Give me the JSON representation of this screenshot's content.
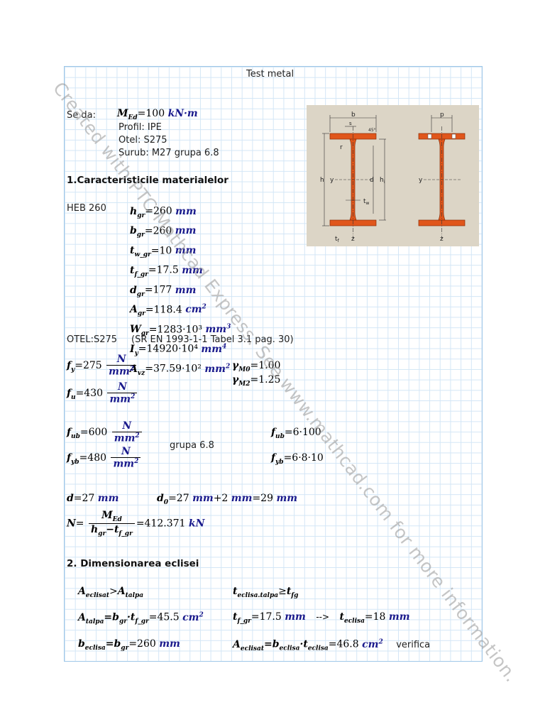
{
  "title": "Test metal",
  "se_da": {
    "label": "Se da:",
    "med": "=100",
    "med_unit": "kN·m",
    "profil": "Profil: IPE",
    "otel": "Otel: S275",
    "surub": "Surub: M27 grupa 6.8"
  },
  "section1": {
    "heading": "1.Caracteristicile materialelor",
    "profile_name": "HEB 260",
    "props": [
      {
        "sym": "h",
        "sub": "gr",
        "val": "=260",
        "unit": "mm",
        "sup": ""
      },
      {
        "sym": "b",
        "sub": "gr",
        "val": "=260",
        "unit": "mm",
        "sup": ""
      },
      {
        "sym": "t",
        "sub": "w_gr",
        "val": "=10",
        "unit": "mm",
        "sup": ""
      },
      {
        "sym": "t",
        "sub": "f_gr",
        "val": "=17.5",
        "unit": "mm",
        "sup": ""
      },
      {
        "sym": "d",
        "sub": "gr",
        "val": "=177",
        "unit": "mm",
        "sup": ""
      },
      {
        "sym": "A",
        "sub": "gr",
        "val": "=118.4",
        "unit": "cm",
        "sup": "2"
      },
      {
        "sym": "W",
        "sub": "gr",
        "val": "=1283·10³",
        "unit": "mm",
        "sup": "3"
      },
      {
        "sym": "I",
        "sub": "y",
        "val": "=14920·10⁴",
        "unit": "mm",
        "sup": "4"
      },
      {
        "sym": "A",
        "sub": "vz",
        "val": "=37.59·10²",
        "unit": "mm",
        "sup": "2"
      }
    ],
    "steel_label": "OTEL:S275",
    "steel_ref": "(SR EN 1993-1-1 Tabel 3.1 pag. 30)",
    "fy": {
      "sym": "f",
      "sub": "y",
      "val": "=275",
      "num": "N",
      "den": "mm"
    },
    "fu": {
      "sym": "f",
      "sub": "u",
      "val": "=430",
      "num": "N",
      "den": "mm"
    },
    "gm0": {
      "sub": "M0",
      "val": "=1.00"
    },
    "gm2": {
      "sub": "M2",
      "val": "=1.25"
    },
    "fub": {
      "sym": "f",
      "sub": "ub",
      "val": "=600",
      "num": "N",
      "den": "mm"
    },
    "fyb": {
      "sym": "f",
      "sub": "yb",
      "val": "=480",
      "num": "N",
      "den": "mm"
    },
    "grupa": "grupa 6.8",
    "fub2": {
      "sym": "f",
      "sub": "ub",
      "val": "=6·100"
    },
    "fyb2": {
      "sym": "f",
      "sub": "yb",
      "val": "=6·8·10"
    },
    "d": {
      "sym": "d",
      "val": "=27",
      "unit": "mm"
    },
    "d0": {
      "sym": "d",
      "sub": "0",
      "val": "=27",
      "unit": "mm",
      "plus": "+2",
      "unit2": "mm",
      "res": "=29",
      "unit3": "mm"
    },
    "N": {
      "sym": "N",
      "eq": "=",
      "num_sym": "M",
      "num_sub": "Ed",
      "den": "h",
      "den_sub": "gr",
      "minus": "−t",
      "den_sub2": "f_gr",
      "res": "=412.371",
      "unit": "kN"
    }
  },
  "section2": {
    "heading": "2. Dimensionarea eclisei",
    "r1_left": {
      "a": "A",
      "a_sub": "eclisat",
      "op": ">",
      "b": "A",
      "b_sub": "talpa"
    },
    "r1_right": {
      "a": "t",
      "a_sub": "eclisa.talpa",
      "op": "≥",
      "b": "t",
      "b_sub": "fg"
    },
    "r2_left": {
      "lhs": "A",
      "lhs_sub": "talpa",
      "assign": "=b",
      "b_sub": "gr",
      "dot": "·t",
      "t_sub": "f_gr",
      "res": "=45.5",
      "unit": "cm",
      "sup": "2"
    },
    "r2_right": {
      "lhs": "t",
      "lhs_sub": "f_gr",
      "val": "=17.5",
      "unit": "mm",
      "arrow": "-->",
      "t": "t",
      "t_sub": "eclisa",
      "t_val": "=18",
      "t_unit": "mm"
    },
    "r3_left": {
      "lhs": "b",
      "lhs_sub": "eclisa",
      "assign": "=b",
      "b_sub": "gr",
      "res": "=260",
      "unit": "mm"
    },
    "r3_right": {
      "lhs": "A",
      "lhs_sub": "eclisat",
      "assign": "=b",
      "b_sub": "eclisa",
      "dot": "·t",
      "t_sub": "eclisa",
      "res": "=46.8",
      "unit": "cm",
      "sup": "2",
      "note": "verifica"
    }
  },
  "figure": {
    "labels": [
      "b",
      "s",
      "45°",
      "r",
      "h",
      "d",
      "h",
      "i",
      "y",
      "y",
      "t",
      "w",
      "t",
      "f",
      "z",
      "p",
      "y",
      "z"
    ]
  },
  "watermark": "Created with PTC Mathcad Express. See www.mathcad.com for more information.",
  "colors": {
    "grid": "#d3e6f6",
    "unit": "#1a1a8c",
    "beam": "#e0561b",
    "figure_bg": "#dcd5c6"
  }
}
